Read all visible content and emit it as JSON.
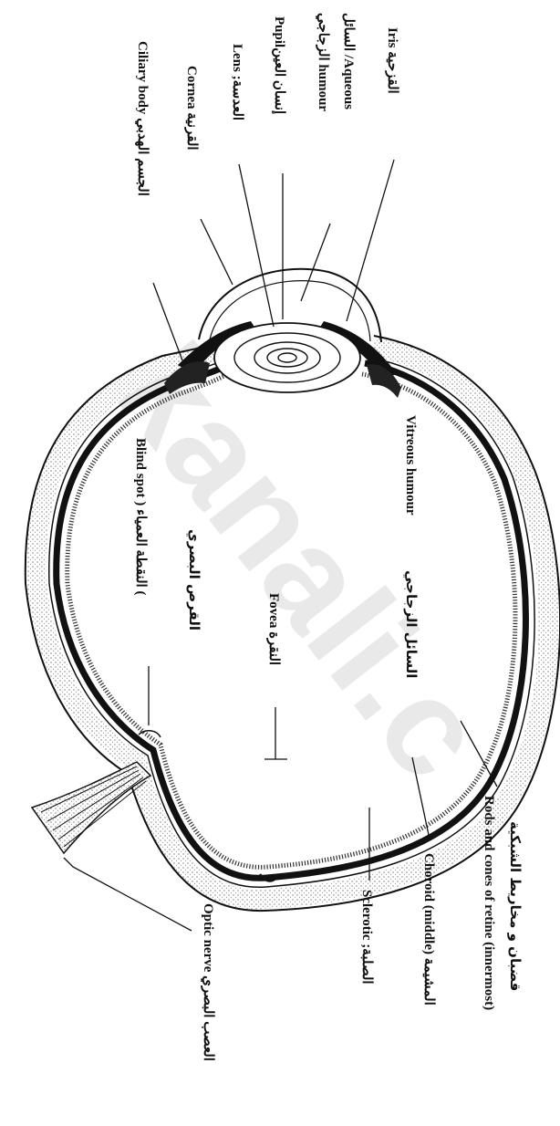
{
  "watermark": "kanali.c",
  "labels": {
    "iris": "Iris القزحية",
    "aqueous_1": "السائل /Aqueous",
    "aqueous_2": "الزجاجي humour",
    "pupil": "Pupilإنسان العين",
    "lens": "Lens ;العدسة",
    "cornea": "Cornea القرنية",
    "ciliary": "Ciliary body الجسم الهدبي",
    "vitreous_en": "Vitreous humour",
    "vitreous_ar": "السائل الزجاجي",
    "fovea": "Fovea النقرة",
    "blind_1": "القرص البصري",
    "blind_2": "Blind spot ) النقطة العمياء (",
    "rods_1": "قضبان و مخاريط الشبكية",
    "rods_2": "Rods and cones of retine (innermost)",
    "choroid": "Choroid (middle) المشيمة",
    "sclerotic": "Sclerotic ;الصلبة",
    "optic": "Optic nerve العصب البصري"
  }
}
